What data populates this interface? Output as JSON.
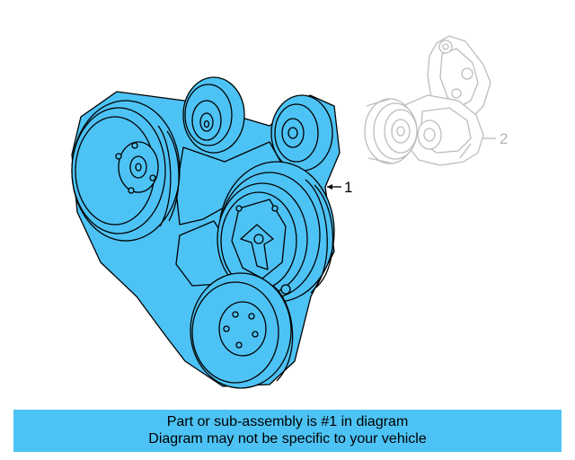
{
  "diagram": {
    "callouts": [
      {
        "number": "1",
        "part": "serpentine-belt"
      },
      {
        "number": "2",
        "part": "belt-tensioner"
      }
    ],
    "colors": {
      "highlight_fill": "#4dc3f5",
      "outline": "#000000",
      "ghost_outline": "#bdbdbd",
      "background": "#ffffff"
    }
  },
  "banner": {
    "line1": "Part or sub-assembly is #1 in diagram",
    "line2": "Diagram may not be specific to your vehicle",
    "background": "#4dc3f5"
  }
}
